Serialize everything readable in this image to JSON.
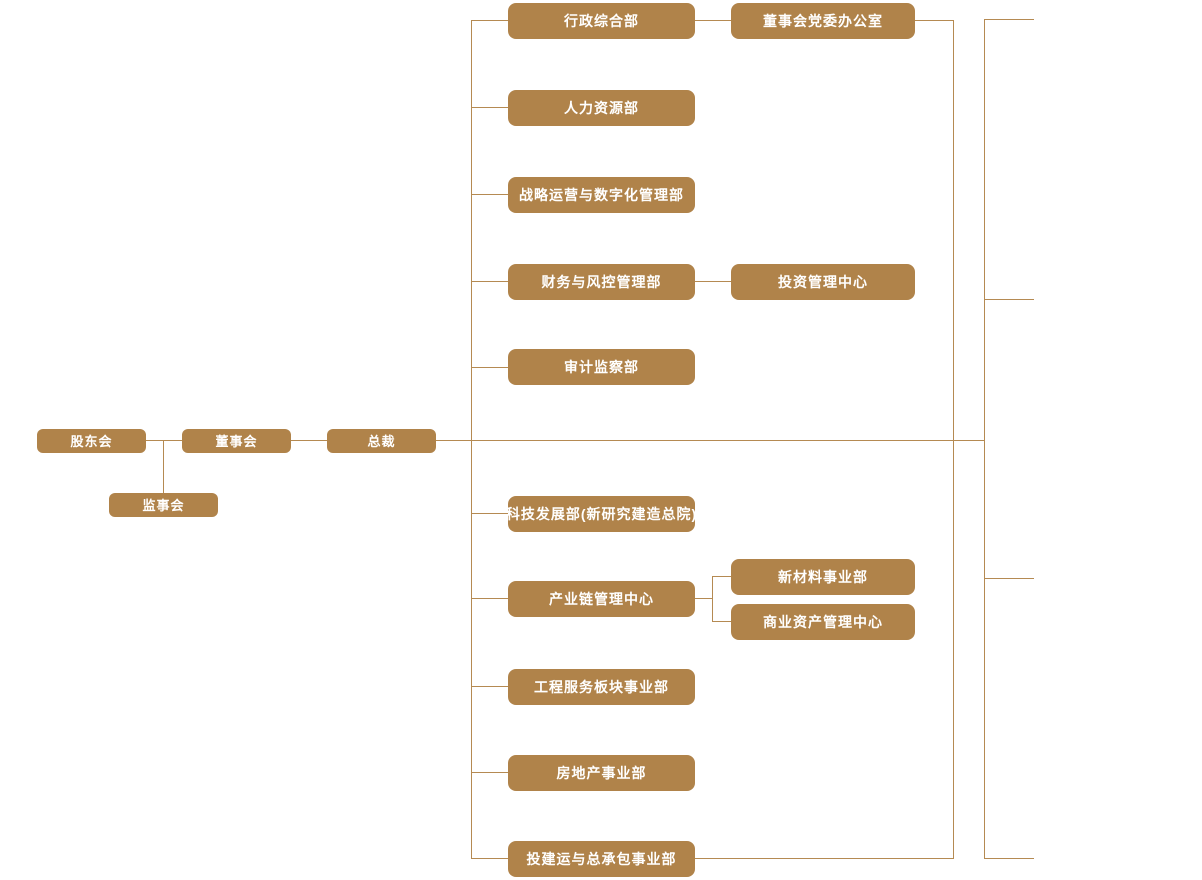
{
  "palette": {
    "node_fill": "#B0834A",
    "node_text": "#FFFFFF",
    "line": "#B58A52",
    "background": "#FFFFFF"
  },
  "governance": {
    "shareholders": "股东会",
    "board": "董事会",
    "president": "总裁",
    "supervisory": "监事会"
  },
  "departments": [
    "行政综合部",
    "人力资源部",
    "战略运营与数字化管理部",
    "财务与风控管理部",
    "审计监察部",
    "科技发展部(新研究建造总院)",
    "产业链管理中心",
    "工程服务板块事业部",
    "房地产事业部",
    "投建运与总承包事业部"
  ],
  "secondary_units": {
    "board_party_office": "董事会党委办公室",
    "investment_center": "投资管理中心",
    "new_materials": "新材料事业部",
    "commercial_assets": "商业资产管理中心"
  }
}
